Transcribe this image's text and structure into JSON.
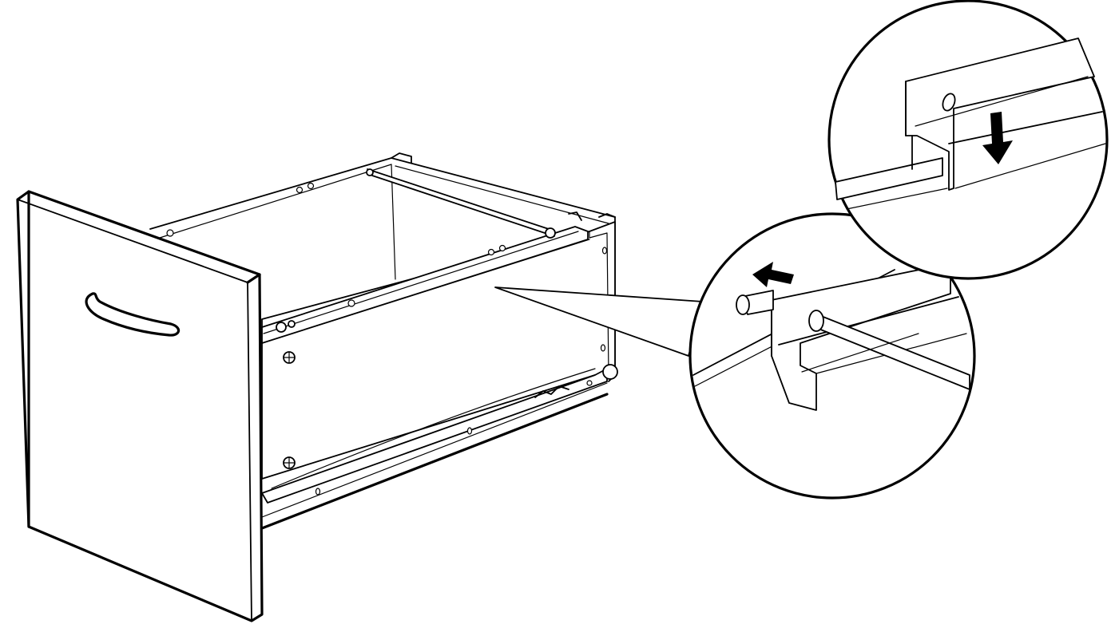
{
  "figure": {
    "colors": {
      "line": "#000000",
      "background": "#ffffff"
    },
    "parts": [
      "drawer-front-panel",
      "drawer-handle",
      "drawer-box",
      "hanging-file-rail",
      "drawer-slide",
      "detail-callout-insert-rod",
      "detail-callout-drop-rod"
    ],
    "icons": [
      "arrow-left-icon",
      "arrow-down-icon"
    ]
  }
}
